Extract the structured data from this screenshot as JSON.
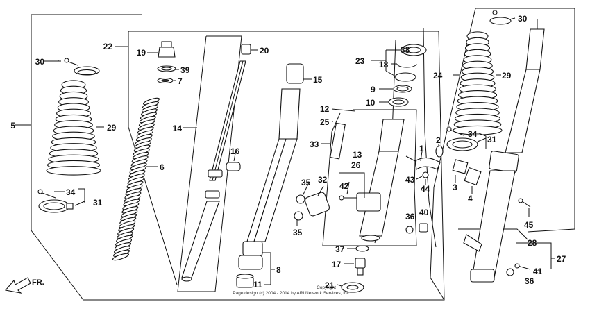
{
  "callouts": [
    {
      "id": "1"
    },
    {
      "id": "2"
    },
    {
      "id": "3"
    },
    {
      "id": "4"
    },
    {
      "id": "5"
    },
    {
      "id": "6"
    },
    {
      "id": "7"
    },
    {
      "id": "8"
    },
    {
      "id": "9"
    },
    {
      "id": "10"
    },
    {
      "id": "11"
    },
    {
      "id": "12"
    },
    {
      "id": "13"
    },
    {
      "id": "14"
    },
    {
      "id": "15"
    },
    {
      "id": "16"
    },
    {
      "id": "17"
    },
    {
      "id": "18"
    },
    {
      "id": "19"
    },
    {
      "id": "20"
    },
    {
      "id": "21"
    },
    {
      "id": "22"
    },
    {
      "id": "23"
    },
    {
      "id": "24"
    },
    {
      "id": "25"
    },
    {
      "id": "26"
    },
    {
      "id": "27"
    },
    {
      "id": "28"
    },
    {
      "id": "29"
    },
    {
      "id": "30"
    },
    {
      "id": "31"
    },
    {
      "id": "32"
    },
    {
      "id": "33"
    },
    {
      "id": "34"
    },
    {
      "id": "35"
    },
    {
      "id": "36"
    },
    {
      "id": "37"
    },
    {
      "id": "38"
    },
    {
      "id": "39"
    },
    {
      "id": "40"
    },
    {
      "id": "41"
    },
    {
      "id": "42"
    },
    {
      "id": "43"
    },
    {
      "id": "44"
    },
    {
      "id": "45"
    }
  ],
  "direction_label": "FR.",
  "copyright_line1": "Copyright",
  "copyright_line2": "Page design (c) 2004 - 2014 by ARI Network Services, Inc."
}
